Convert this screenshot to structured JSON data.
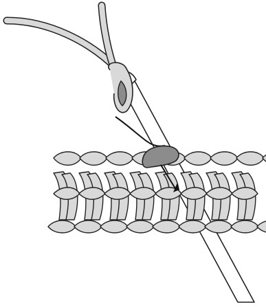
{
  "diagram": {
    "kind": "crochet-technique-illustration",
    "colors": {
      "background": "#ffffff",
      "yarn": "#d9d9d9",
      "outline": "#222222",
      "highlight_loop": "#8c8c8c",
      "hook": "#ffffff",
      "guide_line": "#111111"
    },
    "elements": {
      "working_yarn": "working-yarn-strand",
      "hook_loop": "loop-on-hook",
      "crochet_hook": "crochet-hook",
      "stitch_rows": 2,
      "stitches_per_row": 8,
      "target_loop": "highlighted-stitch-loop",
      "arrow_icon": "insertion-arrow-icon"
    }
  }
}
